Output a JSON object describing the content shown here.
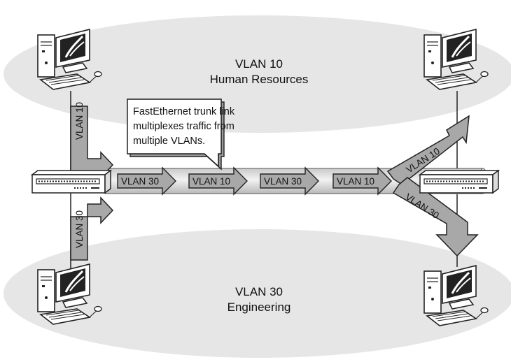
{
  "zones": {
    "top": {
      "name": "VLAN 10",
      "dept": "Human Resources",
      "fill": "#e6e6e6"
    },
    "bottom": {
      "name": "VLAN 30",
      "dept": "Engineering",
      "fill": "#e6e6e6"
    }
  },
  "callout": {
    "line1": "FastEthernet trunk link",
    "line2": "multiplexes traffic from",
    "line3": "multiple VLANs."
  },
  "trunk_arrows": [
    "VLAN 30",
    "VLAN 10",
    "VLAN 30",
    "VLAN 10"
  ],
  "left_access": {
    "top": "VLAN 10",
    "bottom": "VLAN 30"
  },
  "right_access": {
    "top": "VLAN 10",
    "bottom": "VLAN 30"
  },
  "icons": [
    "workstation-icon",
    "switch-icon"
  ],
  "colors": {
    "arrow_fill": "#a8a8a8",
    "callout_fill": "#9a9a9a",
    "trunk": "#c8c8c8"
  }
}
